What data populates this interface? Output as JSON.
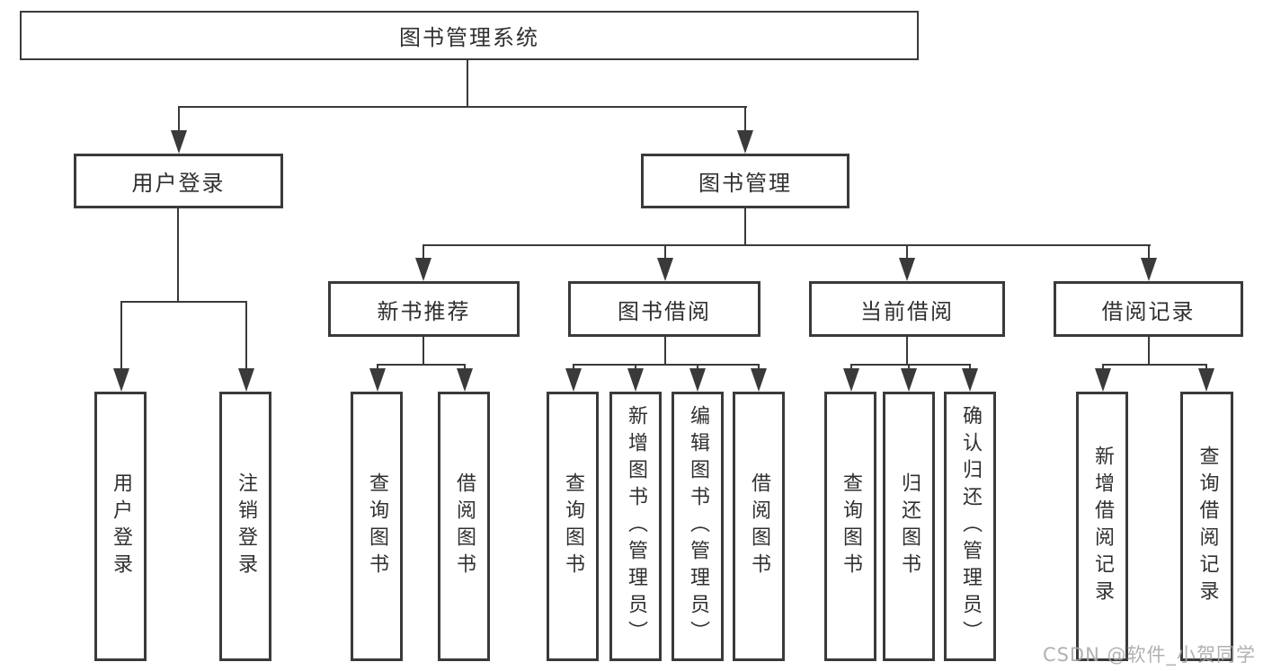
{
  "diagram": {
    "root_label": "图书管理系统",
    "level2": {
      "user_login": "用户登录",
      "book_mgmt": "图书管理"
    },
    "level3": {
      "new_books": "新书推荐",
      "borrow": "图书借阅",
      "current": "当前借阅",
      "records": "借阅记录"
    },
    "leaves": {
      "user_login": [
        "用户登录",
        "注销登录"
      ],
      "new_books": [
        "查询图书",
        "借阅图书"
      ],
      "borrow": [
        "查询图书",
        "新增图书（管理员）",
        "编辑图书（管理员）",
        "借阅图书"
      ],
      "current": [
        "查询图书",
        "归还图书",
        "确认归还（管理员）"
      ],
      "records": [
        "新增借阅记录",
        "查询借阅记录"
      ]
    },
    "watermark": "CSDN @软件_小贺同学",
    "colors": {
      "line": "#3a3a3a",
      "text": "#303030",
      "watermark": "#a9a9a9",
      "box_bg": "#ffffff",
      "page_bg": "#ffffff"
    }
  }
}
